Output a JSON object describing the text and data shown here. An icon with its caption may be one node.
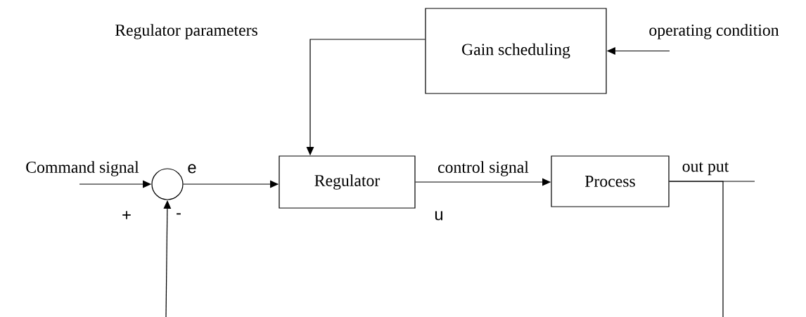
{
  "diagram": {
    "nodes": [
      {
        "text": [
          "Gain scheduling"
        ]
      },
      {
        "text": [],
        "shape": "circle"
      },
      {
        "text": [
          "Regulator"
        ]
      },
      {
        "text": [
          "Process"
        ]
      }
    ],
    "edges": [
      {
        "from": null,
        "to": 0,
        "arrow": "to",
        "label": "operating condition"
      },
      {
        "from": 0,
        "to": 2,
        "arrow": "to",
        "label": "Regulator parameters"
      },
      {
        "from": null,
        "to": 1,
        "arrow": "to",
        "label": "Command signal"
      },
      {
        "from": 1,
        "to": 2,
        "arrow": "to",
        "label": "e"
      },
      {
        "from": 2,
        "to": 3,
        "arrow": "to",
        "label": "control signal"
      },
      {
        "from": 3,
        "to": null,
        "arrow": "none",
        "label": "out put"
      },
      {
        "from": 3,
        "to": null,
        "arrow": "none"
      },
      {
        "from": null,
        "to": 1,
        "arrow": "to"
      }
    ],
    "labels": [
      "+",
      "-",
      "u"
    ]
  }
}
